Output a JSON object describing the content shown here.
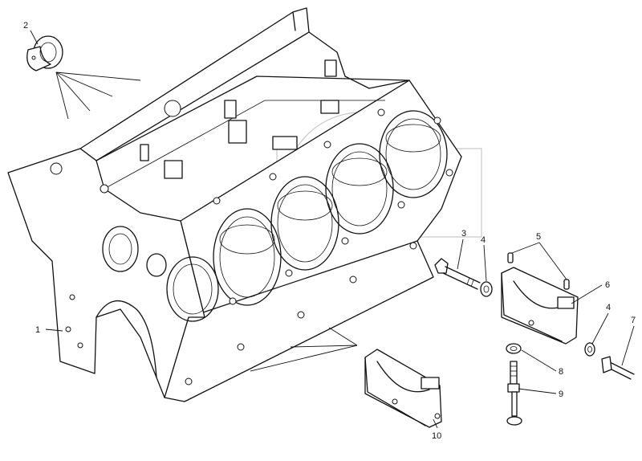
{
  "diagram": {
    "callouts": [
      {
        "id": "1",
        "label": "1"
      },
      {
        "id": "2",
        "label": "2"
      },
      {
        "id": "3",
        "label": "3"
      },
      {
        "id": "4a",
        "label": "4"
      },
      {
        "id": "4b",
        "label": "4"
      },
      {
        "id": "5",
        "label": "5"
      },
      {
        "id": "6",
        "label": "6"
      },
      {
        "id": "7",
        "label": "7"
      },
      {
        "id": "8",
        "label": "8"
      },
      {
        "id": "9",
        "label": "9"
      },
      {
        "id": "10",
        "label": "10"
      }
    ],
    "colors": {
      "line": "#111111",
      "background": "#ffffff",
      "watermark": "#c8c8c8"
    }
  }
}
